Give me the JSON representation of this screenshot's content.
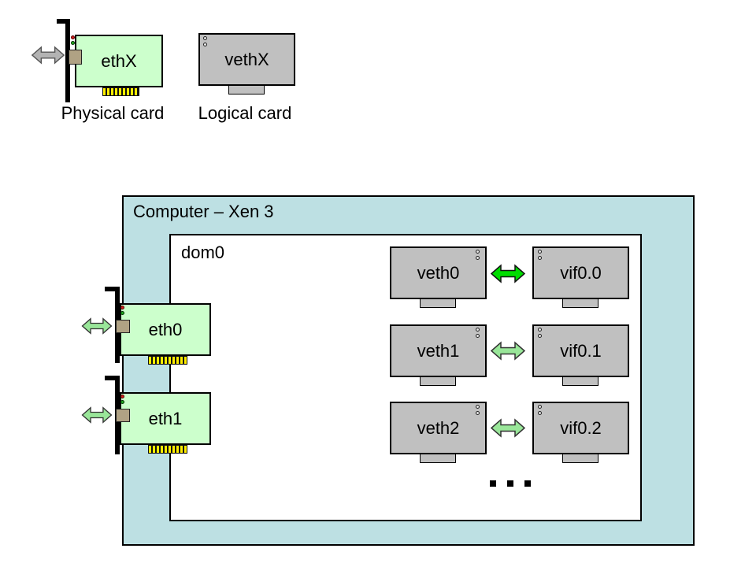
{
  "palette": {
    "computer_box_fill": "#bde0e3",
    "card_green": "#ccffcc",
    "monitor_gray": "#c0c0c0",
    "arrow_bright_green": "#00dd00",
    "arrow_light_green": "#99e699",
    "arrow_gray": "#b3b3b3",
    "connector_tan": "#b0a284",
    "edge_connector_yellow": "#ffee00",
    "led_red": "#cc2020",
    "led_green": "#22aa22"
  },
  "legend": {
    "physical_card": {
      "label": "ethX",
      "caption": "Physical card"
    },
    "logical_card": {
      "label": "vethX",
      "caption": "Logical card"
    }
  },
  "computer": {
    "title": "Computer – Xen 3",
    "dom0_label": "dom0",
    "pairs": [
      {
        "veth": "veth0",
        "vif": "vif0.0"
      },
      {
        "veth": "veth1",
        "vif": "vif0.1"
      },
      {
        "veth": "veth2",
        "vif": "vif0.2"
      }
    ],
    "nics": [
      {
        "label": "eth0"
      },
      {
        "label": "eth1"
      }
    ],
    "ellipsis": "…"
  }
}
